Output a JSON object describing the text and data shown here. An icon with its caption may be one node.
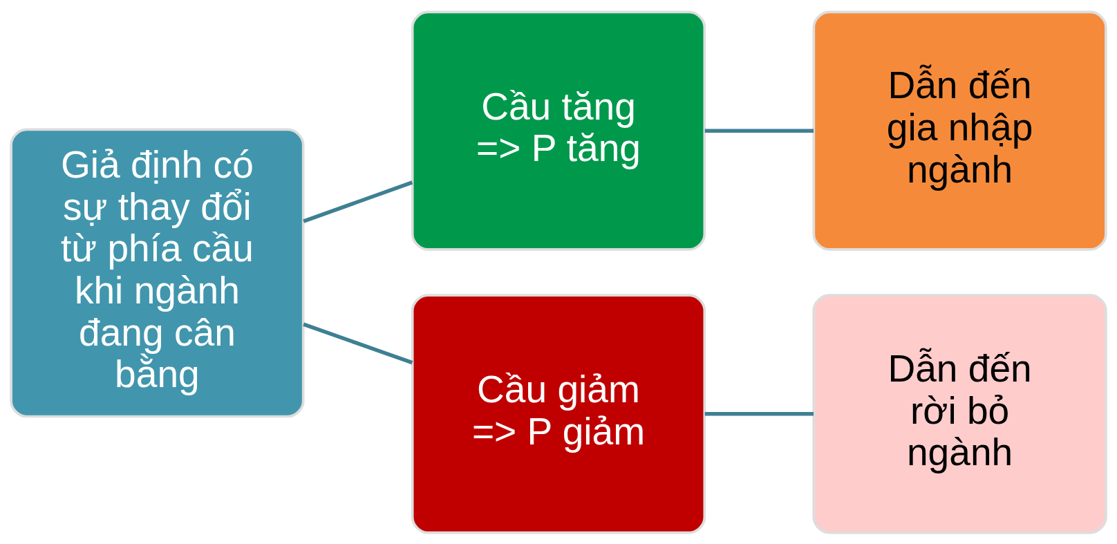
{
  "diagram": {
    "nodes": [
      {
        "text": [
          "Giả định có sự thay đổi từ phía cầu khi ngành đang cân bằng"
        ]
      },
      {
        "text": [
          "Cầu tăng => P tăng"
        ]
      },
      {
        "text": [
          "Dẫn đến gia nhập ngành"
        ]
      },
      {
        "text": [
          "Cầu giảm => P giảm"
        ]
      },
      {
        "text": [
          "Dẫn đến rời bỏ ngành"
        ]
      }
    ],
    "edges": [
      {
        "from": 0,
        "to": 1,
        "arrow": "none"
      },
      {
        "from": 0,
        "to": 3,
        "arrow": "none"
      },
      {
        "from": 1,
        "to": 2,
        "arrow": "none"
      },
      {
        "from": 3,
        "to": 4,
        "arrow": "none"
      }
    ]
  }
}
